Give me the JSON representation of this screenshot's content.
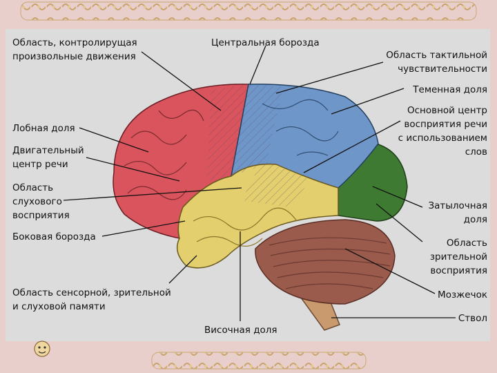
{
  "labels": {
    "motor_control_area": [
      "Область, контролирущая",
      "произвольные движения"
    ],
    "central_sulcus": [
      "Центральная борозда"
    ],
    "tactile_area": [
      "Область тактильной",
      "чувствительности"
    ],
    "parietal_lobe": [
      "Теменная доля"
    ],
    "speech_center": [
      "Основной центр",
      "восприятия речи",
      "с использованием",
      "слов"
    ],
    "frontal_lobe": [
      "Лобная доля"
    ],
    "motor_speech_center": [
      "Двигательный",
      "центр речи"
    ],
    "auditory_area": [
      "Область",
      "слухового",
      "восприятия"
    ],
    "lateral_sulcus": [
      "Боковая борозда"
    ],
    "occipital_lobe": [
      "Затылочная",
      "доля"
    ],
    "visual_area": [
      "Область",
      "зрительной",
      "восприятия"
    ],
    "cerebellum": [
      "Мозжечок"
    ],
    "sensory_memory_area": [
      "Область сенсорной, зрительной",
      "и слуховой памяти"
    ],
    "temporal_lobe": [
      "Височная доля"
    ],
    "brainstem": [
      "Ствол"
    ]
  },
  "colors": {
    "frontal": "#d9545c",
    "parietal": "#6f96c8",
    "temporal": "#e3cf6e",
    "occipital": "#3f7a32",
    "cerebellum": "#9a5a4c",
    "stem": "#c89a6e",
    "background": "#dcdcdc",
    "frame": "#e8cfcc"
  }
}
